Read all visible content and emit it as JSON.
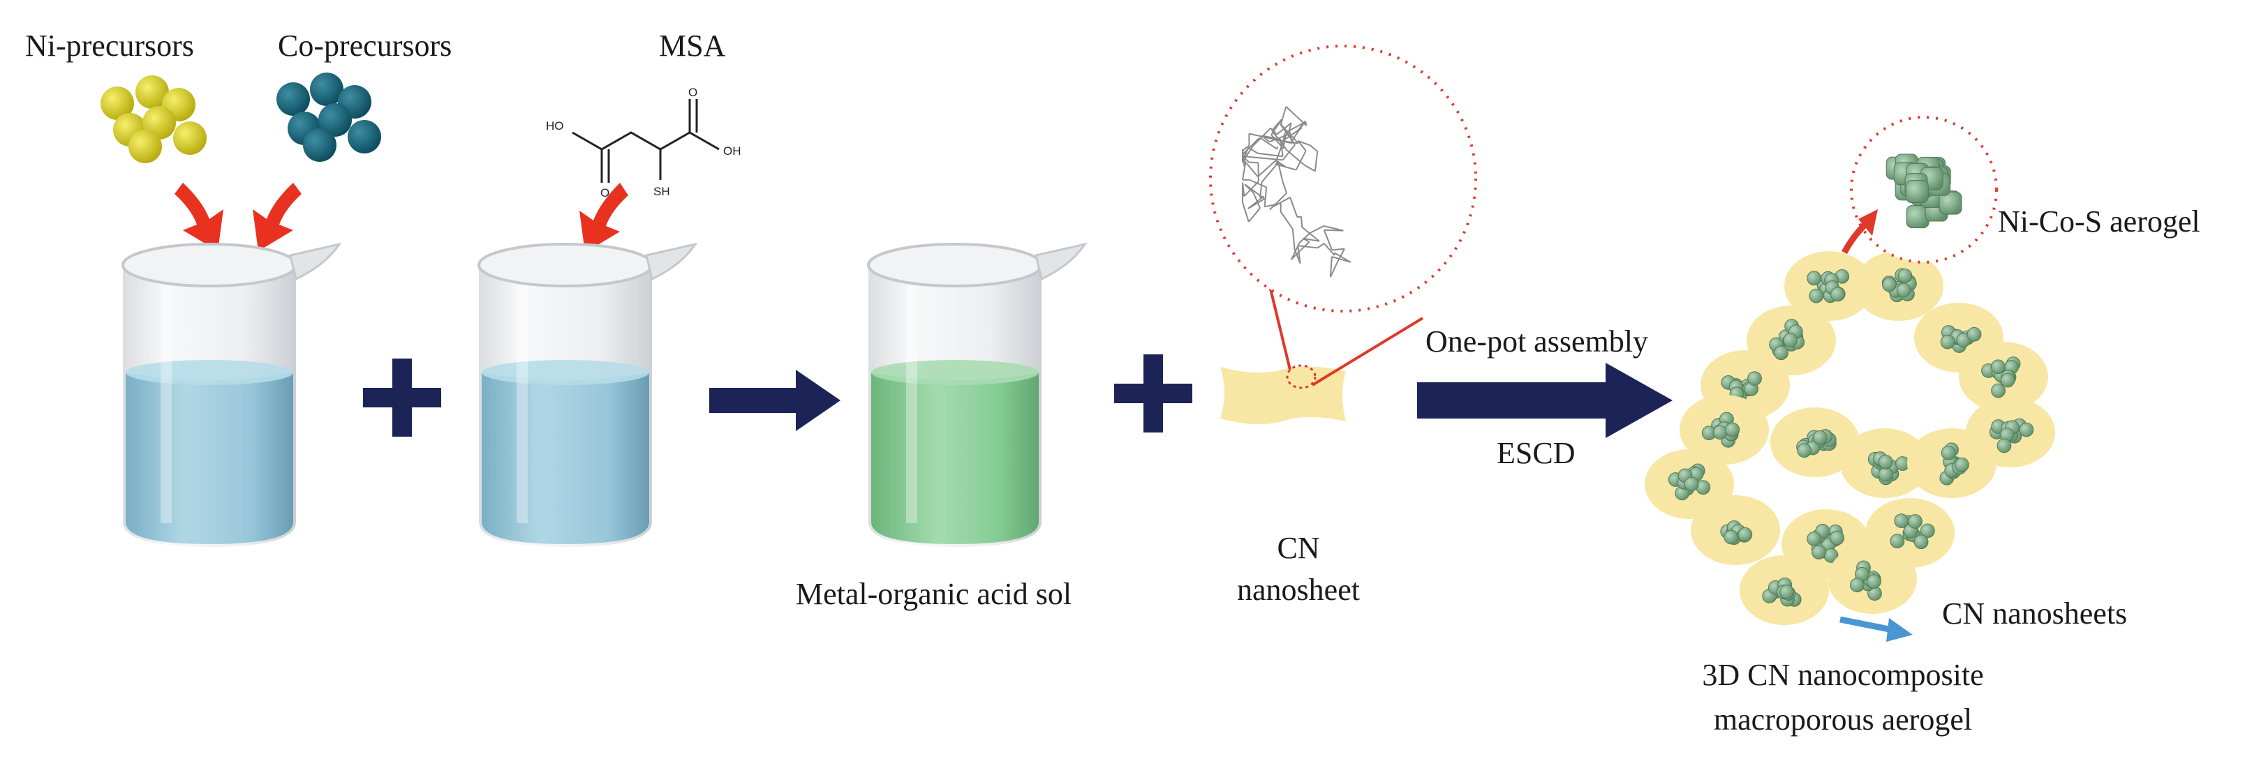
{
  "labels": {
    "ni_precursors": "Ni-precursors",
    "co_precursors": "Co-precursors",
    "msa": "MSA",
    "metal_organic_sol": "Metal-organic acid sol",
    "cn_line1": "CN",
    "cn_line2": "nanosheet",
    "one_pot": "One-pot assembly",
    "escd": "ESCD",
    "ni_co_s": "Ni-Co-S aerogel",
    "cn_nanosheets": "CN nanosheets",
    "aerogel_line1": "3D CN nanocomposite",
    "aerogel_line2": "macroporous aerogel"
  },
  "molecule": {
    "ho": "HO",
    "oh": "OH",
    "o_left": "O",
    "o_right": "O",
    "sh": "SH"
  },
  "colors": {
    "ni_sphere": "#d8cf1c",
    "co_sphere": "#0f5f74",
    "down_arrow": "#e8321f",
    "navy": "#1c2457",
    "blue_liquid": "#8cc3d8",
    "green_liquid": "#7cc98c",
    "nanosheet": "#f8e6a4",
    "cluster_green": "#7ea887",
    "highlight_red": "#e0382a",
    "cn_arrow": "#4a96d2"
  }
}
